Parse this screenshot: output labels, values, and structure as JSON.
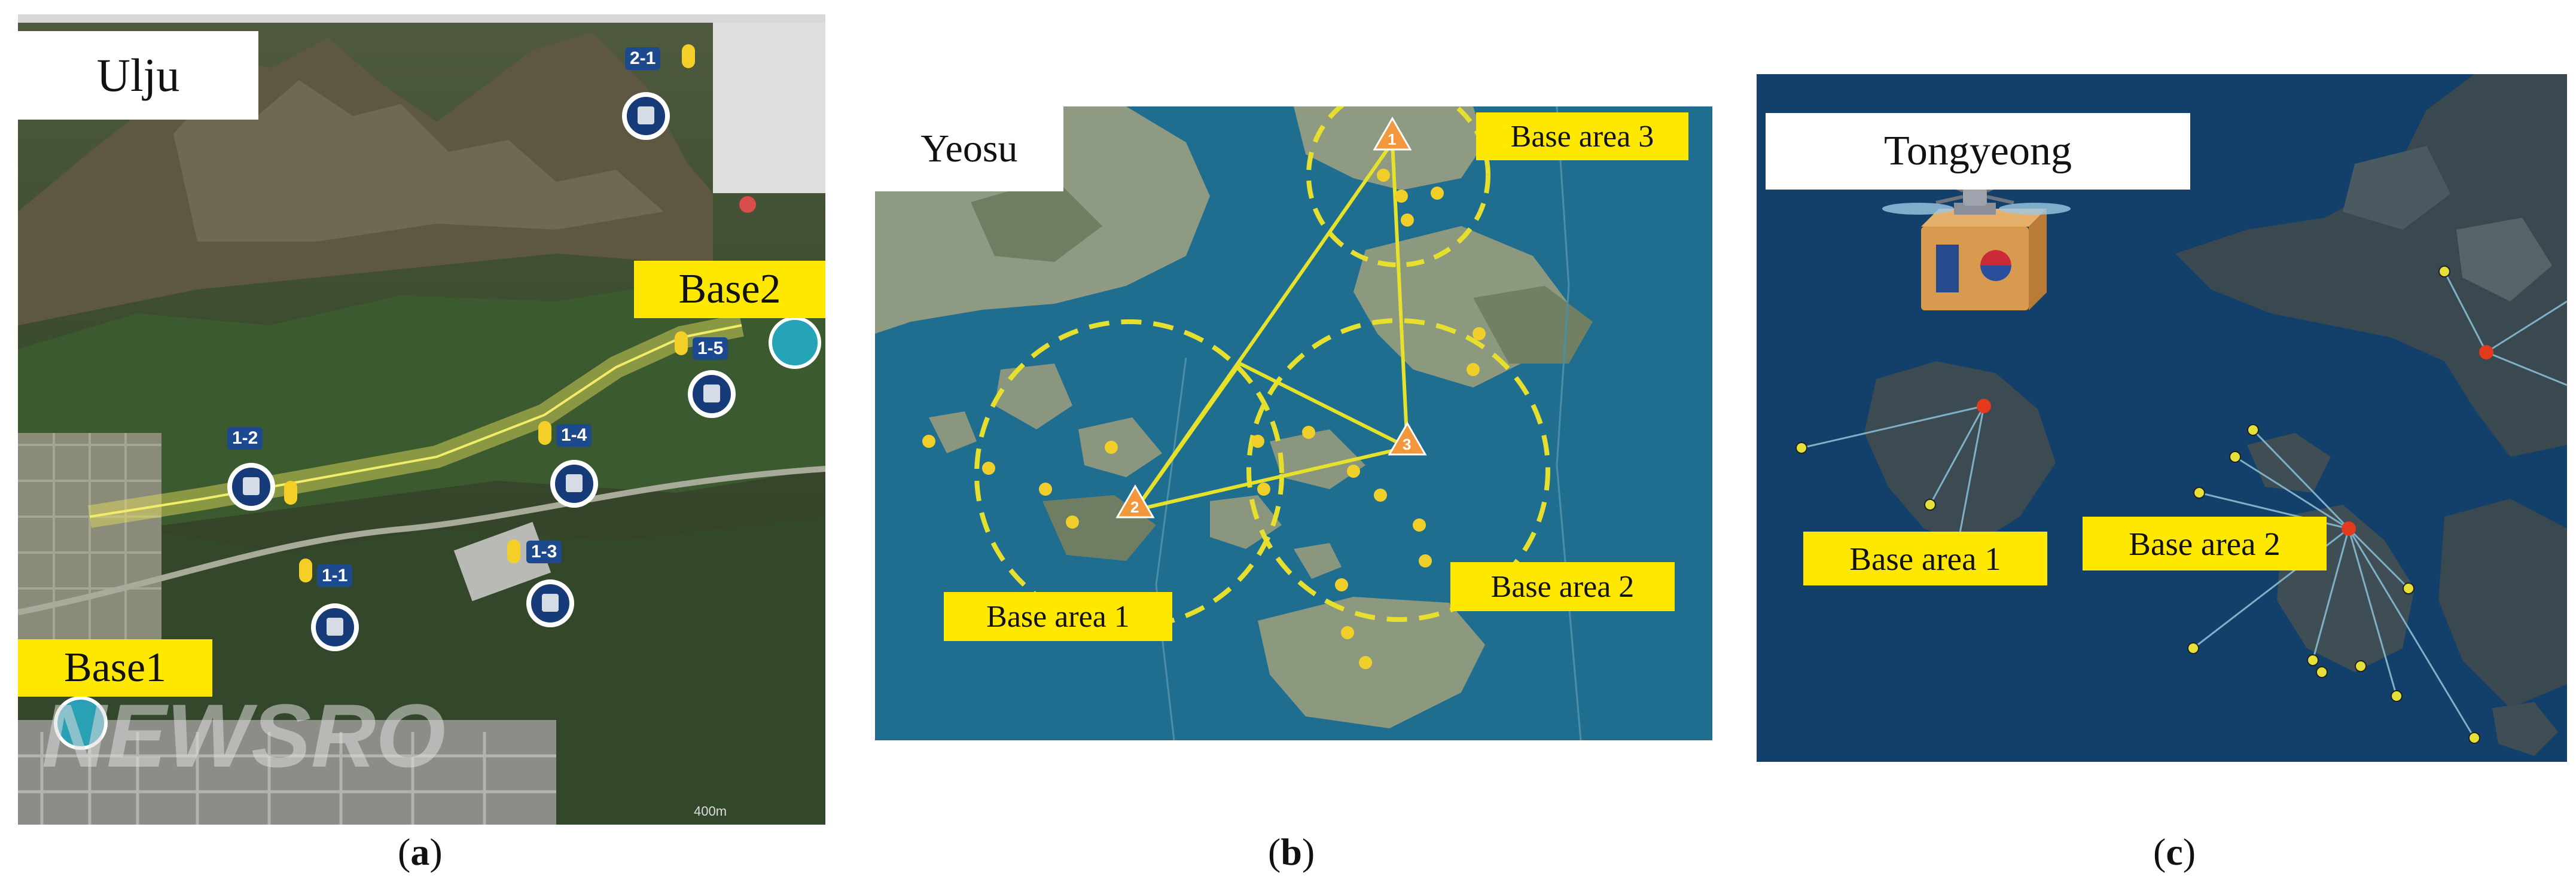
{
  "panel_a": {
    "title": "Ulju",
    "labels": {
      "base1": "Base1",
      "base2": "Base2"
    },
    "waypoints": [
      "2-1",
      "1-5",
      "1-4",
      "1-2",
      "1-3",
      "1-1"
    ],
    "watermark": "NEWSRO",
    "scale": "400m",
    "caption_letter": "a"
  },
  "panel_b": {
    "title": "Yeosu",
    "labels": {
      "area1": "Base area 1",
      "area2": "Base area 2",
      "area3": "Base area 3"
    },
    "markers": [
      "1",
      "2",
      "3"
    ],
    "caption_letter": "b"
  },
  "panel_c": {
    "title": "Tongyeong",
    "labels": {
      "area1": "Base area 1",
      "area2": "Base area 2"
    },
    "caption_letter": "c"
  },
  "colors": {
    "label_yellow": "#ffe800",
    "sea_blue": "#1f6e8f",
    "route_yellow": "#e6e12b",
    "waypoint_blue": "#173b78"
  }
}
